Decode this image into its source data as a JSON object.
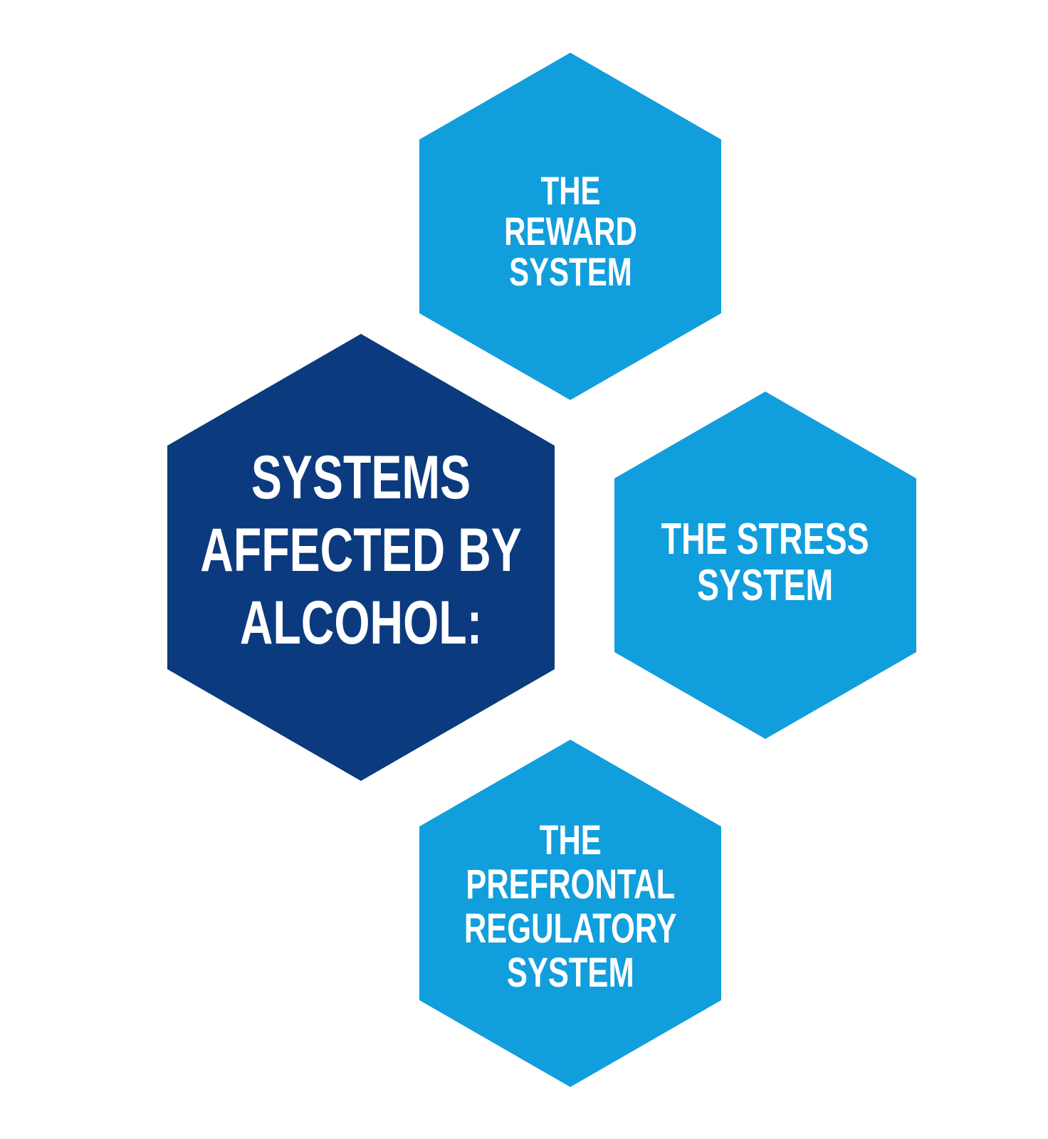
{
  "diagram": {
    "title": "Systems affected by alcohol",
    "type": "hexagon-infographic",
    "background_color": "#FFFFFF",
    "colors": {
      "hexagon_azure": "#119EDD",
      "hexagon_navy": "#0B3A7E",
      "text": "#FFFFFF"
    },
    "hexagons": {
      "center": {
        "role": "title",
        "color": "#0B3A7E",
        "lines": [
          "SYSTEMS",
          "AFFECTED BY",
          "ALCOHOL:"
        ]
      },
      "top": {
        "role": "item",
        "color": "#119EDD",
        "lines": [
          "THE",
          "REWARD",
          "SYSTEM"
        ]
      },
      "right": {
        "role": "item",
        "color": "#119EDD",
        "lines": [
          "THE STRESS",
          "SYSTEM"
        ]
      },
      "bottom": {
        "role": "item",
        "color": "#119EDD",
        "lines": [
          "THE",
          "PREFRONTAL",
          "REGULATORY",
          "SYSTEM"
        ]
      }
    }
  }
}
